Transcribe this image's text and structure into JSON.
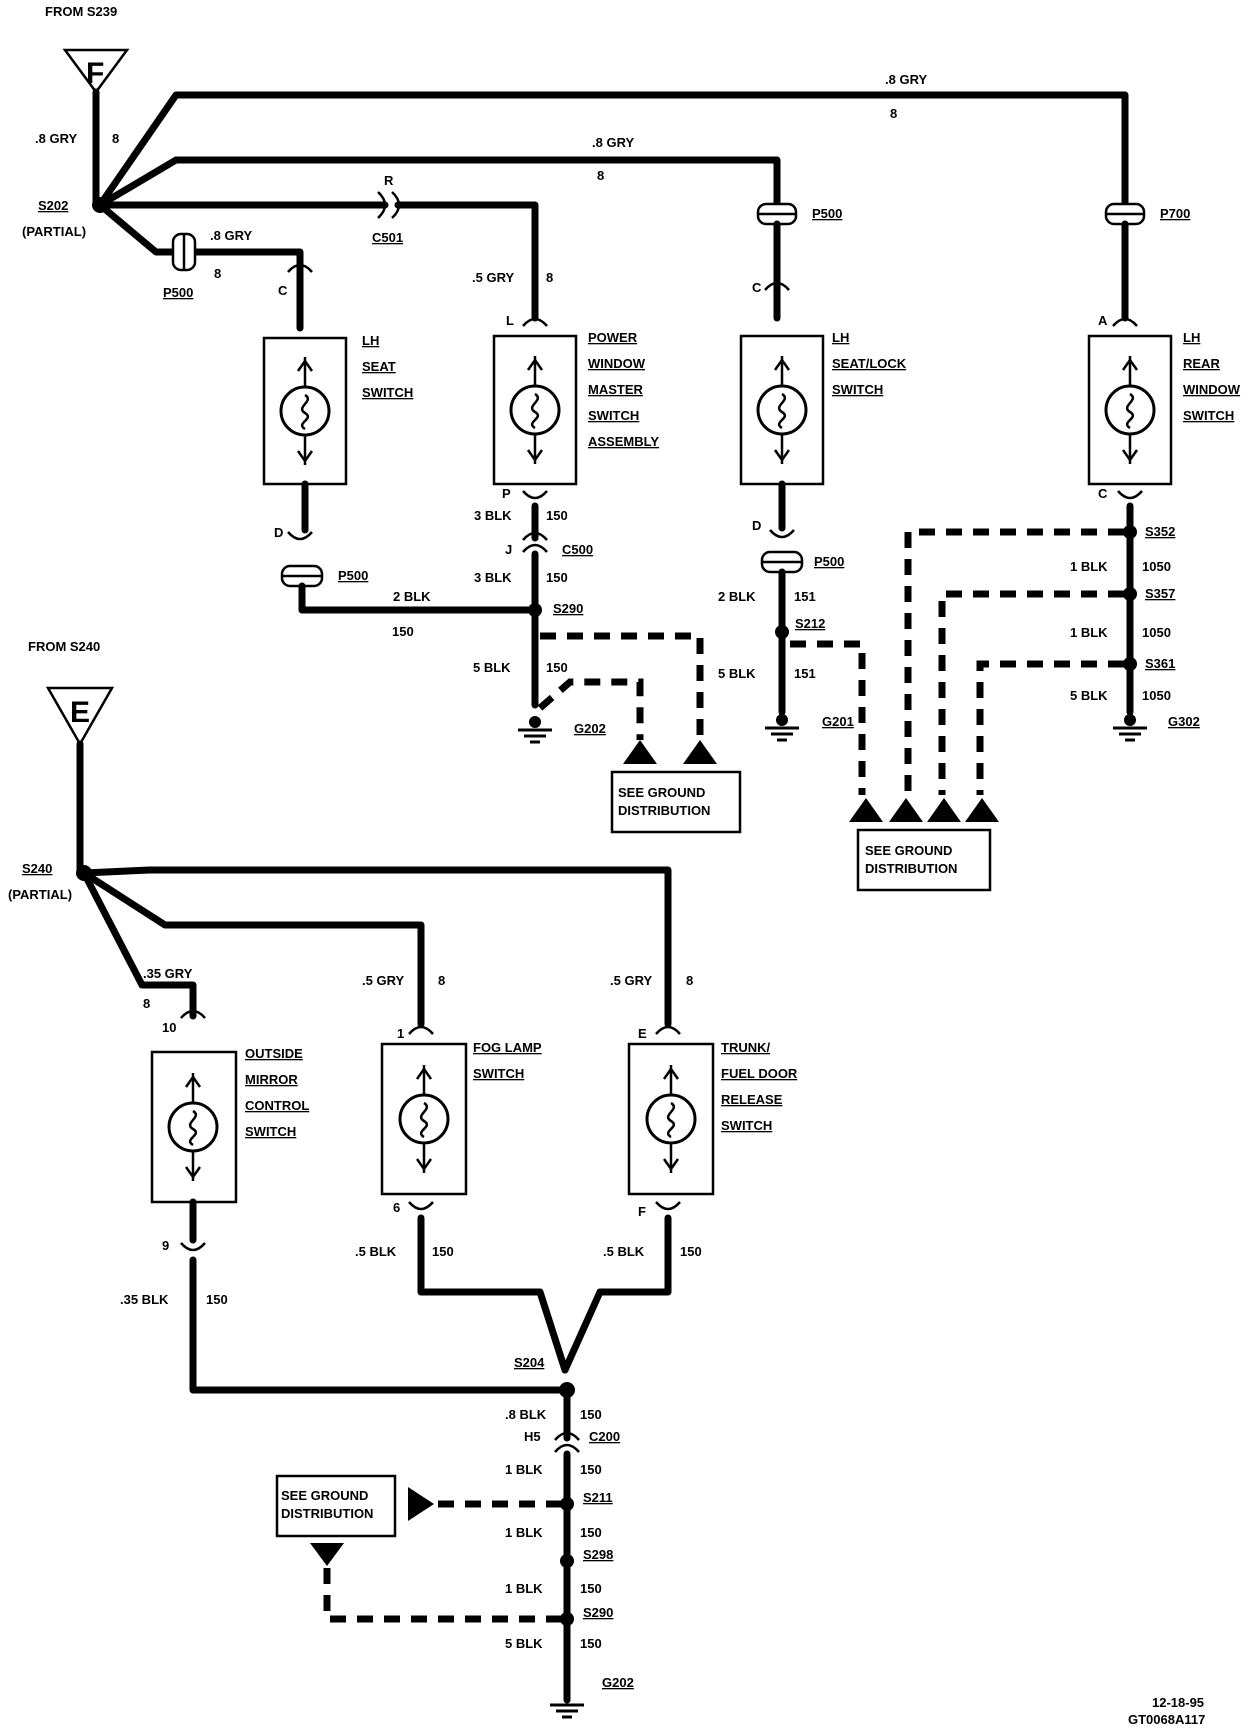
{
  "refs": {
    "from_s239": "FROM S239",
    "from_s240": "FROM S240",
    "F": "F",
    "E": "E"
  },
  "footer": {
    "date": "12-18-95",
    "code": "GT0068A117"
  },
  "top_wires": {
    "f_left": ".8 GRY",
    "f_left_num": "8",
    "top": ".8 GRY",
    "top_num": "8",
    "mid": ".8 GRY",
    "mid_num": "8",
    "p500": ".8 GRY",
    "p500_num": "8",
    "pw_in": ".5 GRY",
    "pw_in_num": "8"
  },
  "splices": {
    "s202": "S202",
    "s202_sub": "(PARTIAL)",
    "s240": "S240",
    "s240_sub": "(PARTIAL)",
    "s290": "S290",
    "s212": "S212",
    "s352": "S352",
    "s357": "S357",
    "s361": "S361",
    "s204": "S204",
    "s211": "S211",
    "s298": "S298",
    "s290b": "S290"
  },
  "connectors": {
    "p500_a": "P500",
    "c501": "C501",
    "c501_pin": "R",
    "p500_b": "P500",
    "p700": "P700",
    "p500_c": "P500",
    "p500_d": "P500",
    "c500": "C500",
    "c500_pin": "J",
    "c200": "C200",
    "c200_pin": "H5"
  },
  "components": {
    "lh_seat": {
      "lines": [
        "LH",
        "SEAT",
        "SWITCH"
      ],
      "pin_top": "C",
      "pin_bottom": "D"
    },
    "power_window": {
      "lines": [
        "POWER",
        "WINDOW",
        "MASTER",
        "SWITCH",
        "ASSEMBLY"
      ],
      "pin_top": "L",
      "pin_bottom": "P"
    },
    "lh_seat_lock": {
      "lines": [
        "LH",
        "SEAT/LOCK",
        "SWITCH"
      ],
      "pin_top": "C",
      "pin_bottom": "D"
    },
    "lh_rear_window": {
      "lines": [
        "LH",
        "REAR",
        "WINDOW",
        "SWITCH"
      ],
      "pin_top": "A",
      "pin_bottom": "C"
    },
    "outside_mirror": {
      "lines": [
        "OUTSIDE",
        "MIRROR",
        "CONTROL",
        "SWITCH"
      ],
      "pin_top": "10",
      "pin_bottom": "9"
    },
    "fog_lamp": {
      "lines": [
        "FOG LAMP",
        "SWITCH"
      ],
      "pin_top": "1",
      "pin_bottom": "6"
    },
    "trunk_fuel": {
      "lines": [
        "TRUNK/",
        "FUEL DOOR",
        "RELEASE",
        "SWITCH"
      ],
      "pin_top": "E",
      "pin_bottom": "F"
    }
  },
  "ground_wires": {
    "seat_blk": "2 BLK",
    "seat_num": "150",
    "pw_p_blk": "3 BLK",
    "pw_p_num": "150",
    "pw_j_blk": "3 BLK",
    "pw_j_num": "150",
    "g202_blk": "5 BLK",
    "g202_num": "150",
    "lock_blk": "2 BLK",
    "lock_num": "151",
    "g201_blk": "5 BLK",
    "g201_num": "151",
    "r1_blk": "1 BLK",
    "r1_num": "1050",
    "r2_blk": "1 BLK",
    "r2_num": "1050",
    "r3_blk": "5 BLK",
    "r3_num": "1050",
    "mir_top_gry": ".35 GRY",
    "mir_top_num": "8",
    "fog_top_gry": ".5 GRY",
    "fog_top_num": "8",
    "trunk_top_gry": ".5 GRY",
    "trunk_top_num": "8",
    "mir_blk": ".35 BLK",
    "mir_num": "150",
    "fog_blk": ".5 BLK",
    "fog_num": "150",
    "trunk_blk": ".5 BLK",
    "trunk_num": "150",
    "b1_blk": ".8 BLK",
    "b1_num": "150",
    "b2_blk": "1 BLK",
    "b2_num": "150",
    "b3_blk": "1 BLK",
    "b3_num": "150",
    "b4_blk": "1 BLK",
    "b4_num": "150",
    "b5_blk": "5 BLK",
    "b5_num": "150"
  },
  "grounds": {
    "g202": "G202",
    "g201": "G201",
    "g302": "G302",
    "g202b": "G202"
  },
  "ground_dist": {
    "a": [
      "SEE GROUND",
      "DISTRIBUTION"
    ],
    "b": [
      "SEE GROUND",
      "DISTRIBUTION"
    ],
    "c": [
      "SEE GROUND",
      "DISTRIBUTION"
    ]
  }
}
